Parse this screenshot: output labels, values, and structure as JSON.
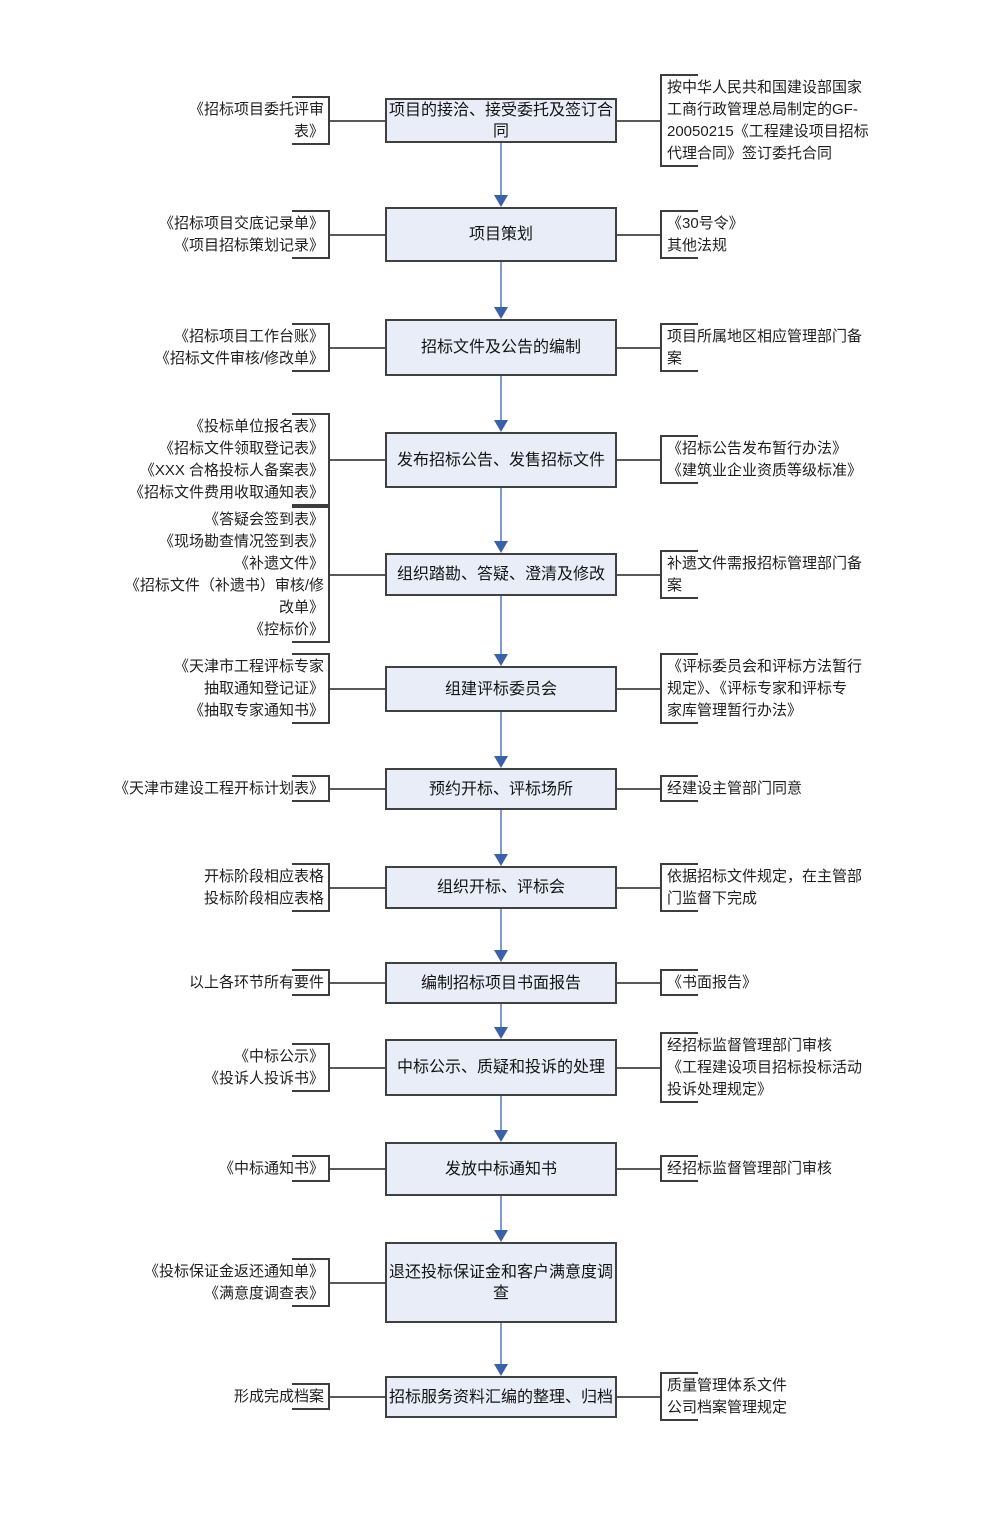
{
  "flowchart": {
    "description": "bidding-agency-process-flowchart",
    "colors": {
      "box_fill": "#e8edf8",
      "box_border": "#404040",
      "connector": "#595959",
      "arrow_line": "#7d9dd2",
      "arrow_head": "#3a61a8",
      "text": "#1f1f1f"
    },
    "rows": [
      {
        "left": "《招标项目委托评审\n表》",
        "center": "项目的接洽、接受委托及签订合\n同",
        "right": "按中华人民共和国建设部国家\n工商行政管理总局制定的GF-\n20050215《工程建设项目招标\n代理合同》签订委托合同"
      },
      {
        "left": "《招标项目交底记录单》\n《项目招标策划记录》",
        "center": "项目策划",
        "right": "《30号令》\n其他法规"
      },
      {
        "left": "《招标项目工作台账》\n《招标文件审核/修改单》",
        "center": "招标文件及公告的编制",
        "right": "项目所属地区相应管理部门备\n案"
      },
      {
        "left": "《投标单位报名表》\n《招标文件领取登记表》\n《XXX 合格投标人备案表》\n《招标文件费用收取通知表》",
        "center": "发布招标公告、发售招标文件",
        "right": "《招标公告发布暂行办法》\n《建筑业企业资质等级标准》"
      },
      {
        "left": "《答疑会签到表》\n《现场勘查情况签到表》\n《补遗文件》\n《招标文件（补遗书）审核/修\n改单》\n《控标价》",
        "center": "组织踏勘、答疑、澄清及修改",
        "right": "补遗文件需报招标管理部门备\n案"
      },
      {
        "left": "《天津市工程评标专家\n抽取通知登记证》\n《抽取专家通知书》",
        "center": "组建评标委员会",
        "right": "《评标委员会和评标方法暂行\n规定》、《评标专家和评标专\n家库管理暂行办法》"
      },
      {
        "left": "《天津市建设工程开标计划表》",
        "center": "预约开标、评标场所",
        "right": "经建设主管部门同意"
      },
      {
        "left": "开标阶段相应表格\n投标阶段相应表格",
        "center": "组织开标、评标会",
        "right": "依据招标文件规定，在主管部\n门监督下完成"
      },
      {
        "left": "以上各环节所有要件",
        "center": "编制招标项目书面报告",
        "right": "《书面报告》"
      },
      {
        "left": "《中标公示》\n《投诉人投诉书》",
        "center": "中标公示、质疑和投诉的处理",
        "right": "经招标监督管理部门审核\n《工程建设项目招标投标活动\n投诉处理规定》"
      },
      {
        "left": "《中标通知书》",
        "center": "发放中标通知书",
        "right": "经招标监督管理部门审核"
      },
      {
        "left": "《投标保证金返还通知单》\n《满意度调查表》",
        "center": "退还投标保证金和客户满意度调\n查"
      },
      {
        "left": "形成完成档案",
        "center": "招标服务资料汇编的整理、归档",
        "right": "质量管理体系文件\n公司档案管理规定"
      }
    ]
  }
}
